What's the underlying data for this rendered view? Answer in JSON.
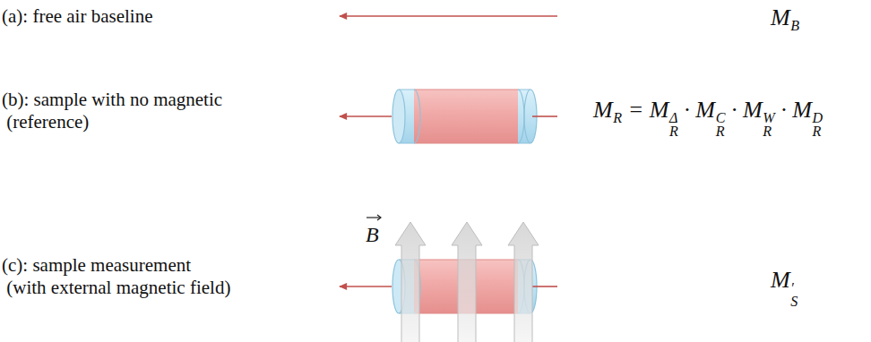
{
  "diagram": {
    "labels": [
      "(a): free air baseline",
      "MB",
      "(b): sample with no magnetic (reference)",
      "MR = MRΔ · MRC · MRW · MRD",
      "B",
      "(c): sample measurement (with external magnetic field)",
      "MS′"
    ]
  }
}
